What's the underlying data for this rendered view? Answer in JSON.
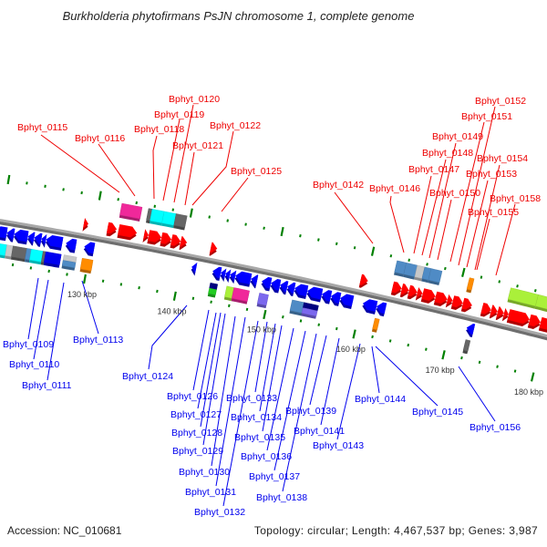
{
  "title": "Burkholderia phytofirmans PsJN chromosome 1, complete genome",
  "footer": {
    "accession": "Accession: NC_010681",
    "summary": "Topology: circular; Length: 4,467,537 bp; Genes: 3,987"
  },
  "colors": {
    "forward_strand": "#ff0000",
    "forward_strand_shade": "#b00000",
    "reverse_strand": "#0000ff",
    "reverse_strand_shade": "#0000a8",
    "forward_label": "#ee0000",
    "reverse_label": "#0000ee",
    "backbone_light": "#a8a8a8",
    "backbone_dark": "#6e6e6e",
    "scale_marks": "#008000",
    "tick_label": "#333333"
  },
  "scale": {
    "unit": "kbp",
    "visible_range_kbp": [
      119.5,
      181
    ],
    "minor_tick_step_kbp": 2,
    "major_tick_step_kbp": 10,
    "major_ticks": [
      {
        "kbp": 130,
        "label": "130 kbp"
      },
      {
        "kbp": 140,
        "label": "140 kbp"
      },
      {
        "kbp": 150,
        "label": "150 kbp"
      },
      {
        "kbp": 160,
        "label": "160 kbp"
      },
      {
        "kbp": 170,
        "label": "170 kbp"
      },
      {
        "kbp": 180,
        "label": "180 kbp"
      }
    ]
  },
  "cds": [
    {
      "strand": "+",
      "start": 128.82,
      "end": 129.32
    },
    {
      "strand": "+",
      "start": 131.43,
      "end": 132.43
    },
    {
      "strand": "+",
      "start": 132.64,
      "end": 134.65
    },
    {
      "strand": "+",
      "start": 135.45,
      "end": 135.95
    },
    {
      "strand": "+",
      "start": 135.95,
      "end": 137.36
    },
    {
      "strand": "+",
      "start": 137.36,
      "end": 138.47
    },
    {
      "strand": "+",
      "start": 138.47,
      "end": 139.48
    },
    {
      "strand": "+",
      "start": 139.48,
      "end": 140.18
    },
    {
      "strand": "+",
      "start": 142.8,
      "end": 143.51
    },
    {
      "strand": "+",
      "start": 159.38,
      "end": 160.19
    },
    {
      "strand": "+",
      "start": 162.93,
      "end": 163.94
    },
    {
      "strand": "+",
      "start": 163.94,
      "end": 164.75
    },
    {
      "strand": "+",
      "start": 164.75,
      "end": 165.67
    },
    {
      "strand": "+",
      "start": 165.67,
      "end": 166.27
    },
    {
      "strand": "+",
      "start": 166.27,
      "end": 167.7
    },
    {
      "strand": "+",
      "start": 167.7,
      "end": 169.02
    },
    {
      "strand": "+",
      "start": 169.02,
      "end": 169.62
    },
    {
      "strand": "+",
      "start": 169.62,
      "end": 170.74
    },
    {
      "strand": "+",
      "start": 170.74,
      "end": 171.76
    },
    {
      "strand": "+",
      "start": 172.88,
      "end": 173.89
    },
    {
      "strand": "+",
      "start": 173.89,
      "end": 174.61
    },
    {
      "strand": "+",
      "start": 174.61,
      "end": 175.32
    },
    {
      "strand": "+",
      "start": 175.32,
      "end": 175.83
    },
    {
      "strand": "+",
      "start": 175.83,
      "end": 178.17
    },
    {
      "strand": "+",
      "start": 178.17,
      "end": 179.39
    },
    {
      "strand": "+",
      "start": 179.39,
      "end": 180.9
    },
    {
      "strand": "-",
      "start": 119.4,
      "end": 120.77
    },
    {
      "strand": "-",
      "start": 120.77,
      "end": 121.57
    },
    {
      "strand": "-",
      "start": 121.57,
      "end": 123.08
    },
    {
      "strand": "-",
      "start": 123.08,
      "end": 123.78
    },
    {
      "strand": "-",
      "start": 123.78,
      "end": 124.58
    },
    {
      "strand": "-",
      "start": 124.58,
      "end": 125.08
    },
    {
      "strand": "-",
      "start": 125.08,
      "end": 126.89
    },
    {
      "strand": "-",
      "start": 127.28,
      "end": 128.39
    },
    {
      "strand": "-",
      "start": 129.3,
      "end": 130.4
    },
    {
      "strand": "-",
      "start": 141.17,
      "end": 141.68
    },
    {
      "strand": "-",
      "start": 143.49,
      "end": 144.4
    },
    {
      "strand": "-",
      "start": 144.4,
      "end": 144.9
    },
    {
      "strand": "-",
      "start": 144.9,
      "end": 145.41
    },
    {
      "strand": "-",
      "start": 145.41,
      "end": 146.01
    },
    {
      "strand": "-",
      "start": 146.01,
      "end": 147.73
    },
    {
      "strand": "-",
      "start": 147.73,
      "end": 148.43
    },
    {
      "strand": "-",
      "start": 148.94,
      "end": 149.95
    },
    {
      "strand": "-",
      "start": 149.95,
      "end": 150.96
    },
    {
      "strand": "-",
      "start": 150.96,
      "end": 151.77
    },
    {
      "strand": "-",
      "start": 151.77,
      "end": 152.58
    },
    {
      "strand": "-",
      "start": 152.58,
      "end": 153.99
    },
    {
      "strand": "-",
      "start": 153.99,
      "end": 155.61
    },
    {
      "strand": "-",
      "start": 155.61,
      "end": 156.62
    },
    {
      "strand": "-",
      "start": 156.62,
      "end": 157.64
    },
    {
      "strand": "-",
      "start": 157.64,
      "end": 159.06
    },
    {
      "strand": "-",
      "start": 160.17,
      "end": 161.69
    },
    {
      "strand": "-",
      "start": 161.69,
      "end": 162.7
    },
    {
      "strand": "-",
      "start": 171.74,
      "end": 172.55
    }
  ],
  "features": [
    {
      "track": "outer",
      "row": "full",
      "start": 132.47,
      "end": 134.69,
      "color": "#f0289a"
    },
    {
      "track": "outer",
      "row": "full",
      "start": 135.39,
      "end": 135.79,
      "color": "#666666"
    },
    {
      "track": "outer",
      "row": "full",
      "start": 135.79,
      "end": 137.1,
      "color": "#00ffff"
    },
    {
      "track": "outer",
      "row": "full",
      "start": 137.1,
      "end": 138.41,
      "color": "#00ffff"
    },
    {
      "track": "outer",
      "row": "full",
      "start": 138.41,
      "end": 139.62,
      "color": "#666666"
    },
    {
      "track": "outer",
      "row": "full",
      "start": 162.76,
      "end": 163.78,
      "color": "#4f8bc5"
    },
    {
      "track": "outer",
      "row": "full",
      "start": 163.78,
      "end": 165.0,
      "color": "#4f8bc5"
    },
    {
      "track": "outer",
      "row": "full",
      "start": 165.0,
      "end": 165.81,
      "color": "#c8c8c8"
    },
    {
      "track": "outer",
      "row": "full",
      "start": 165.81,
      "end": 166.52,
      "color": "#4f8bc5"
    },
    {
      "track": "outer",
      "row": "full",
      "start": 166.52,
      "end": 167.74,
      "color": "#4f8bc5"
    },
    {
      "track": "outer",
      "row": "full",
      "start": 170.78,
      "end": 171.29,
      "color": "#ff8c00"
    },
    {
      "track": "outer",
      "row": "full",
      "start": 175.36,
      "end": 178.41,
      "color": "#aaf03a"
    },
    {
      "track": "outer",
      "row": "full",
      "start": 178.41,
      "end": 180.9,
      "color": "#aaf03a"
    },
    {
      "track": "inner",
      "row": "full",
      "start": 119.4,
      "end": 121.0,
      "color": "#00ffff"
    },
    {
      "track": "inner",
      "row": "full",
      "start": 121.0,
      "end": 121.69,
      "color": "#c8c8c8"
    },
    {
      "track": "inner",
      "row": "full",
      "start": 121.69,
      "end": 123.2,
      "color": "#666666"
    },
    {
      "track": "inner",
      "row": "full",
      "start": 123.2,
      "end": 123.7,
      "color": "#4f8bc5"
    },
    {
      "track": "inner",
      "row": "full",
      "start": 123.7,
      "end": 125.0,
      "color": "#00ffff"
    },
    {
      "track": "inner",
      "row": "full",
      "start": 125.0,
      "end": 125.3,
      "color": "#666666"
    },
    {
      "track": "inner",
      "row": "full",
      "start": 125.3,
      "end": 127.01,
      "color": "#0000f0"
    },
    {
      "track": "inner",
      "row": "top",
      "start": 127.3,
      "end": 128.71,
      "color": "#c8c8c8"
    },
    {
      "track": "inner",
      "row": "bottom",
      "start": 127.3,
      "end": 128.71,
      "color": "#4f8bc5"
    },
    {
      "track": "inner",
      "row": "full",
      "start": 129.32,
      "end": 130.52,
      "color": "#ff8c00"
    },
    {
      "track": "inner",
      "row": "top",
      "start": 143.51,
      "end": 144.32,
      "color": "#000080"
    },
    {
      "track": "inner",
      "row": "bottom",
      "start": 143.51,
      "end": 144.32,
      "color": "#22cc22"
    },
    {
      "track": "inner",
      "row": "full",
      "start": 145.33,
      "end": 146.13,
      "color": "#aaf03a"
    },
    {
      "track": "inner",
      "row": "full",
      "start": 146.13,
      "end": 147.85,
      "color": "#f0289a"
    },
    {
      "track": "inner",
      "row": "full",
      "start": 148.96,
      "end": 149.97,
      "color": "#7b68ee"
    },
    {
      "track": "inner",
      "row": "full",
      "start": 152.6,
      "end": 154.01,
      "color": "#4f8bc5"
    },
    {
      "track": "inner",
      "row": "top",
      "start": 153.91,
      "end": 155.53,
      "color": "#000080"
    },
    {
      "track": "inner",
      "row": "bottom",
      "start": 153.91,
      "end": 155.53,
      "color": "#7b68ee"
    },
    {
      "track": "inner",
      "row": "full",
      "start": 161.81,
      "end": 162.32,
      "color": "#ff8c00"
    },
    {
      "track": "inner",
      "row": "full",
      "start": 171.96,
      "end": 172.47,
      "color": "#666666"
    }
  ],
  "labels": [
    {
      "text": "Bphyt_0115",
      "strand": "+"
    },
    {
      "text": "Bphyt_0116",
      "strand": "+"
    },
    {
      "text": "Bphyt_0118",
      "strand": "+"
    },
    {
      "text": "Bphyt_0119",
      "strand": "+"
    },
    {
      "text": "Bphyt_0120",
      "strand": "+"
    },
    {
      "text": "Bphyt_0121",
      "strand": "+"
    },
    {
      "text": "Bphyt_0122",
      "strand": "+"
    },
    {
      "text": "Bphyt_0125",
      "strand": "+"
    },
    {
      "text": "Bphyt_0142",
      "strand": "+"
    },
    {
      "text": "Bphyt_0146",
      "strand": "+"
    },
    {
      "text": "Bphyt_0147",
      "strand": "+"
    },
    {
      "text": "Bphyt_0148",
      "strand": "+"
    },
    {
      "text": "Bphyt_0149",
      "strand": "+"
    },
    {
      "text": "Bphyt_0150",
      "strand": "+"
    },
    {
      "text": "Bphyt_0151",
      "strand": "+"
    },
    {
      "text": "Bphyt_0152",
      "strand": "+"
    },
    {
      "text": "Bphyt_0153",
      "strand": "+"
    },
    {
      "text": "Bphyt_0154",
      "strand": "+"
    },
    {
      "text": "Bphyt_0155",
      "strand": "+"
    },
    {
      "text": "Bphyt_0158",
      "strand": "+"
    },
    {
      "text": "Bphyt_0109",
      "strand": "-"
    },
    {
      "text": "Bphyt_0110",
      "strand": "-"
    },
    {
      "text": "Bphyt_0111",
      "strand": "-"
    },
    {
      "text": "Bphyt_0113",
      "strand": "-"
    },
    {
      "text": "Bphyt_0124",
      "strand": "-"
    },
    {
      "text": "Bphyt_0126",
      "strand": "-"
    },
    {
      "text": "Bphyt_0127",
      "strand": "-"
    },
    {
      "text": "Bphyt_0128",
      "strand": "-"
    },
    {
      "text": "Bphyt_0129",
      "strand": "-"
    },
    {
      "text": "Bphyt_0130",
      "strand": "-"
    },
    {
      "text": "Bphyt_0131",
      "strand": "-"
    },
    {
      "text": "Bphyt_0132",
      "strand": "-"
    },
    {
      "text": "Bphyt_0133",
      "strand": "-"
    },
    {
      "text": "Bphyt_0134",
      "strand": "-"
    },
    {
      "text": "Bphyt_0135",
      "strand": "-"
    },
    {
      "text": "Bphyt_0136",
      "strand": "-"
    },
    {
      "text": "Bphyt_0137",
      "strand": "-"
    },
    {
      "text": "Bphyt_0138",
      "strand": "-"
    },
    {
      "text": "Bphyt_0139",
      "strand": "-"
    },
    {
      "text": "Bphyt_0141",
      "strand": "-"
    },
    {
      "text": "Bphyt_0143",
      "strand": "-"
    },
    {
      "text": "Bphyt_0144",
      "strand": "-"
    },
    {
      "text": "Bphyt_0145",
      "strand": "-"
    },
    {
      "text": "Bphyt_0156",
      "strand": "-"
    }
  ]
}
